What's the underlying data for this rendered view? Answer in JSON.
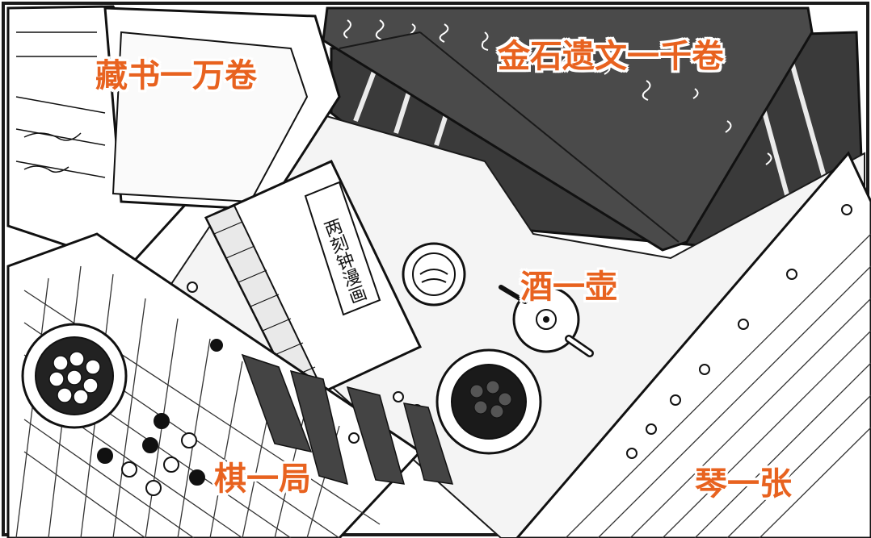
{
  "captions": {
    "books": "藏书一万卷",
    "steles": "金石遗文一千卷",
    "wine": "酒一壶",
    "go": "棋一局",
    "qin": "琴一张"
  },
  "book_cover_title": "两刻钟漫画",
  "colors": {
    "caption": "#e8621f",
    "ink": "#1a1a1a",
    "dark_panel": "#3a3a3a",
    "mid_panel": "#5a5a5a",
    "paper": "#ffffff"
  },
  "icons": {
    "go_board": "go-board-icon",
    "tea_pot": "pot-icon",
    "qin_zither": "qin-icon"
  }
}
